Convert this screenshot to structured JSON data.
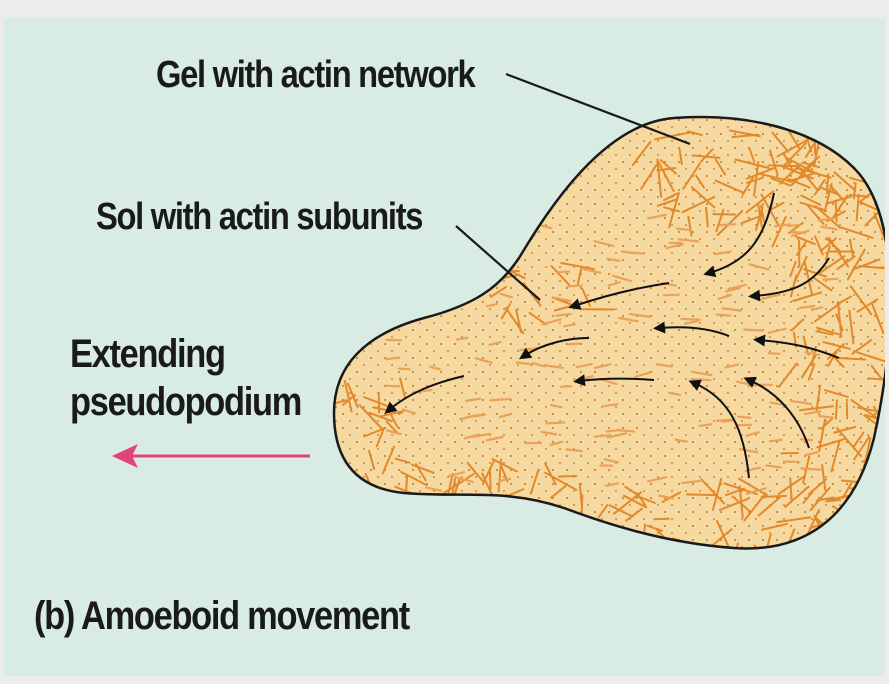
{
  "diagram": {
    "labels": {
      "gel": "Gel with actin network",
      "sol": "Sol with actin subunits",
      "extending_line1": "Extending",
      "extending_line2": "pseudopodium"
    },
    "caption": "(b) Amoeboid movement"
  },
  "colors": {
    "background": "#d9ece3",
    "cell_fill": "#f6d9a0",
    "cell_outline": "#1a1a1a",
    "actin_fibers": "#e2892b",
    "direction_arrow": "#e0457a",
    "flow_arrows": "#111111"
  }
}
